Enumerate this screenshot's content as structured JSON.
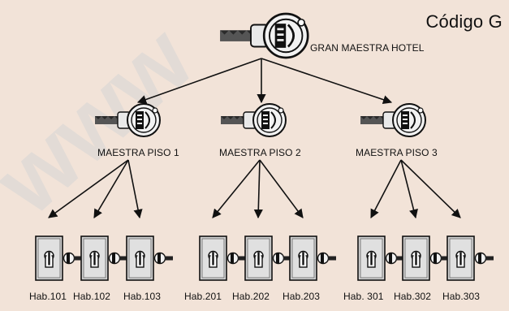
{
  "title": "Código G",
  "grand_master": {
    "label": "GRAN MAESTRA HOTEL"
  },
  "floors": [
    {
      "label": "MAESTRA PISO 1",
      "rooms": [
        "Hab.101",
        "Hab.102",
        "Hab.103"
      ]
    },
    {
      "label": "MAESTRA PISO 2",
      "rooms": [
        "Hab.201",
        "Hab.202",
        "Hab.203"
      ]
    },
    {
      "label": "MAESTRA PISO 3",
      "rooms": [
        "Hab. 301",
        "Hab.302",
        "Hab.303"
      ]
    }
  ],
  "watermark": "www",
  "colors": {
    "background": "#f2e3d8",
    "line": "#111111",
    "watermark": "#d8d8d8"
  }
}
